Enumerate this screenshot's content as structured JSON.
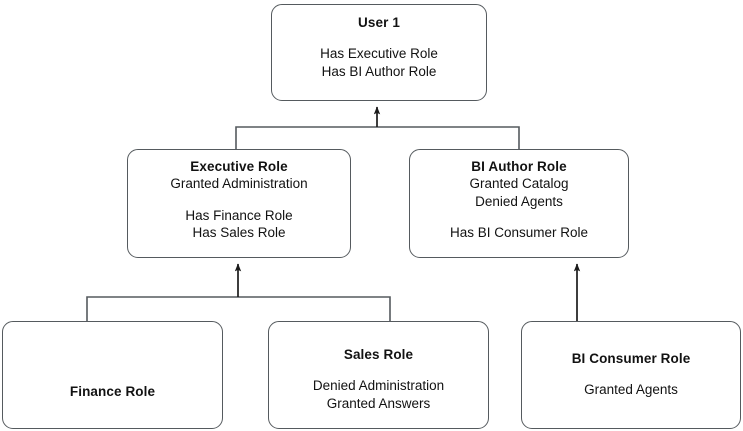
{
  "diagram": {
    "type": "role-hierarchy",
    "background_color": "#ffffff",
    "node_border_color": "#555a5e",
    "edge_color": "#3a3a3a",
    "text_color": "#121212",
    "nodes": [
      {
        "id": "user1",
        "title": "User 1",
        "lines": [
          "Has Executive Role",
          "Has BI Author Role"
        ]
      },
      {
        "id": "executive",
        "title": "Executive Role",
        "grants": [
          "Granted Administration"
        ],
        "lines": [
          "Has Finance Role",
          "Has Sales Role"
        ]
      },
      {
        "id": "bi_author",
        "title": "BI Author Role",
        "grants": [
          "Granted Catalog",
          "Denied Agents"
        ],
        "lines": [
          "Has BI Consumer Role"
        ]
      },
      {
        "id": "finance",
        "title": "Finance Role",
        "grants": [],
        "lines": []
      },
      {
        "id": "sales",
        "title": "Sales Role",
        "grants": [],
        "lines": [
          "Denied Administration",
          "Granted Answers"
        ]
      },
      {
        "id": "bi_consumer",
        "title": "BI Consumer Role",
        "grants": [],
        "lines": [
          "Granted Agents"
        ]
      }
    ],
    "edges": [
      {
        "from": "executive",
        "to": "user1",
        "style": "elbow-arrow"
      },
      {
        "from": "bi_author",
        "to": "user1",
        "style": "elbow-arrow"
      },
      {
        "from": "finance",
        "to": "executive",
        "style": "elbow-arrow"
      },
      {
        "from": "sales",
        "to": "executive",
        "style": "elbow-arrow"
      },
      {
        "from": "bi_consumer",
        "to": "bi_author",
        "style": "straight-arrow"
      }
    ]
  },
  "text": {
    "user1": {
      "title": "User 1",
      "l1": "Has Executive Role",
      "l2": "Has BI Author Role"
    },
    "executive": {
      "title": "Executive Role",
      "g1": "Granted Administration",
      "l1": "Has Finance Role",
      "l2": "Has Sales Role"
    },
    "bi_author": {
      "title": "BI Author Role",
      "g1": "Granted Catalog",
      "g2": "Denied Agents",
      "l1": "Has BI Consumer Role"
    },
    "finance": {
      "title": "Finance Role"
    },
    "sales": {
      "title": "Sales Role",
      "l1": "Denied Administration",
      "l2": "Granted Answers"
    },
    "bi_consumer": {
      "title": "BI Consumer Role",
      "l1": "Granted Agents"
    }
  }
}
